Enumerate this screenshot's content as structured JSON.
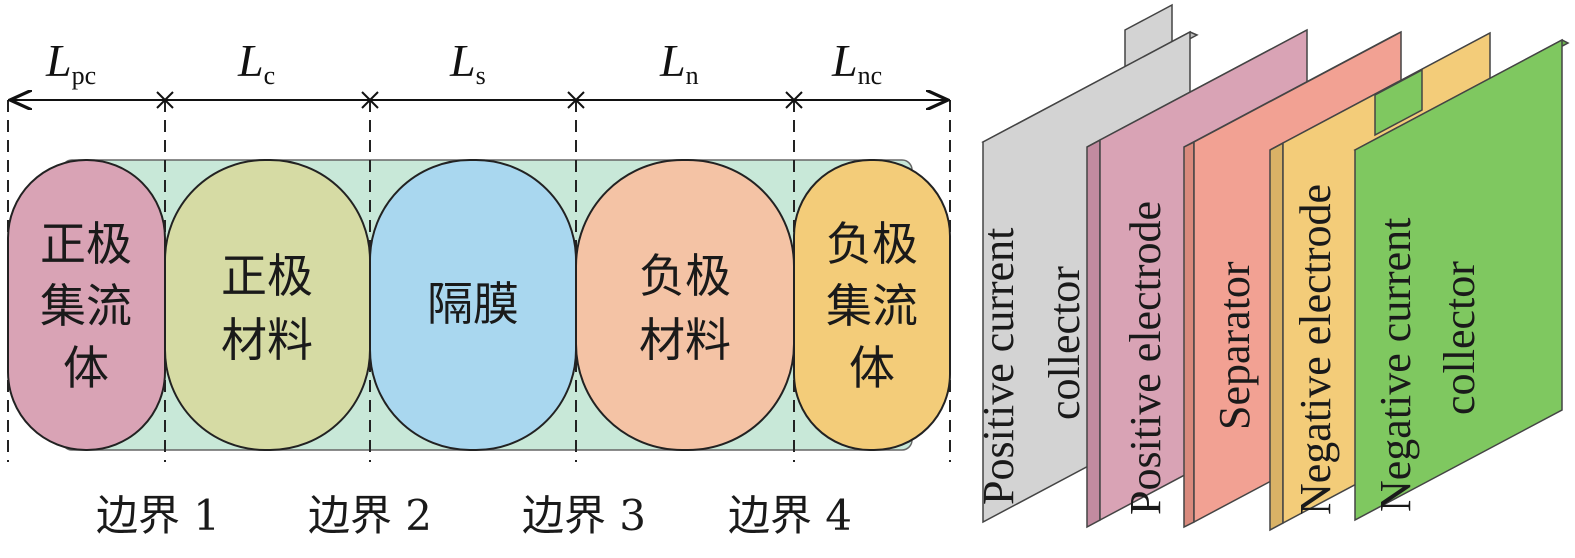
{
  "dimensions": [
    {
      "main": "L",
      "sub": "pc"
    },
    {
      "main": "L",
      "sub": "c"
    },
    {
      "main": "L",
      "sub": "s"
    },
    {
      "main": "L",
      "sub": "n"
    },
    {
      "main": "L",
      "sub": "nc"
    }
  ],
  "regions": [
    {
      "lines": [
        "正极",
        "集流",
        "体"
      ],
      "color": "#d9a3b5"
    },
    {
      "lines": [
        "正极",
        "材料"
      ],
      "color": "#d6dba4"
    },
    {
      "lines": [
        "隔膜"
      ],
      "color": "#a9d7ef"
    },
    {
      "lines": [
        "负极",
        "材料"
      ],
      "color": "#f4c3a5"
    },
    {
      "lines": [
        "负极",
        "集流",
        "体"
      ],
      "color": "#f3cc79"
    }
  ],
  "electrolyte_color": "#c8e8d8",
  "boundaries": [
    "边界 1",
    "边界 2",
    "边界 3",
    "边界 4"
  ],
  "layers": [
    {
      "lines": [
        "Positive current",
        "collector"
      ],
      "color": "#d3d3d3"
    },
    {
      "lines": [
        "Positive electrode"
      ],
      "color": "#d9a3b5"
    },
    {
      "lines": [
        "Separator"
      ],
      "color": "#f2a193"
    },
    {
      "lines": [
        "Negative electrode"
      ],
      "color": "#f3cc79"
    },
    {
      "lines": [
        "Negative current",
        "collector"
      ],
      "color": "#7fc860"
    }
  ]
}
